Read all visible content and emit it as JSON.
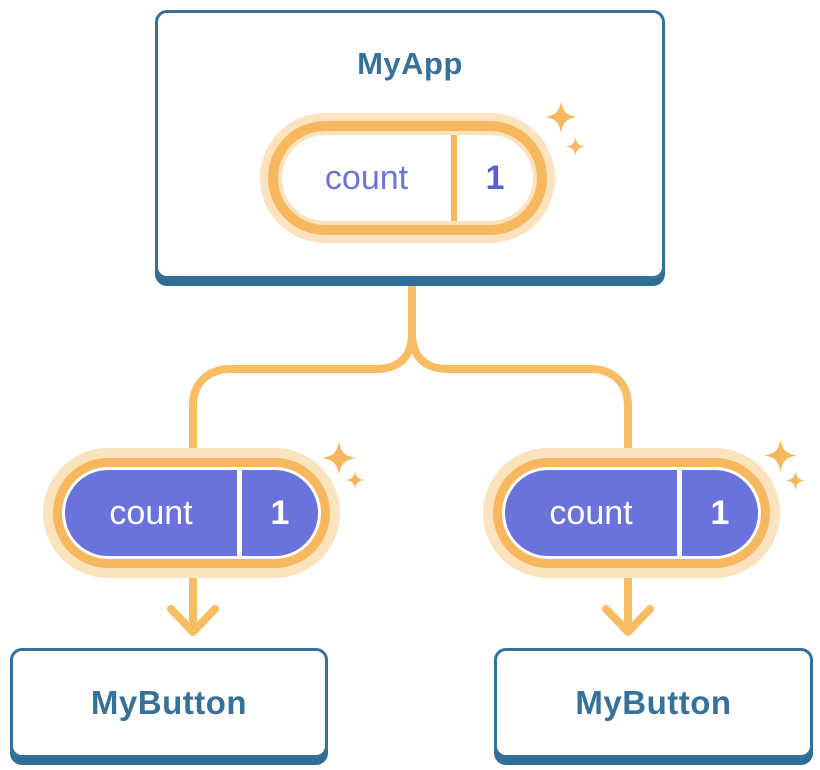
{
  "diagram": {
    "root": {
      "title": "MyApp",
      "state_pill": {
        "label": "count",
        "value": "1"
      }
    },
    "children": [
      {
        "title": "MyButton",
        "prop_pill": {
          "label": "count",
          "value": "1"
        }
      },
      {
        "title": "MyButton",
        "prop_pill": {
          "label": "count",
          "value": "1"
        }
      }
    ],
    "icons": {
      "sparkle": "four-point-star",
      "arrow": "downward-chevron-arrow"
    },
    "colors": {
      "connector_orange": "#F8BC62",
      "pill_ring_orange": "#F6B75E",
      "pill_halo_orange": "#FBE3BD",
      "pill_purple": "#6A73DB",
      "state_label_purple": "#6B74DB",
      "state_value_purple": "#5560D3",
      "card_border_blue": "#35729B",
      "card_shadow_blue": "#2F6D97",
      "title_text_blue": "#35719A",
      "background": "#FFFFFF"
    }
  }
}
